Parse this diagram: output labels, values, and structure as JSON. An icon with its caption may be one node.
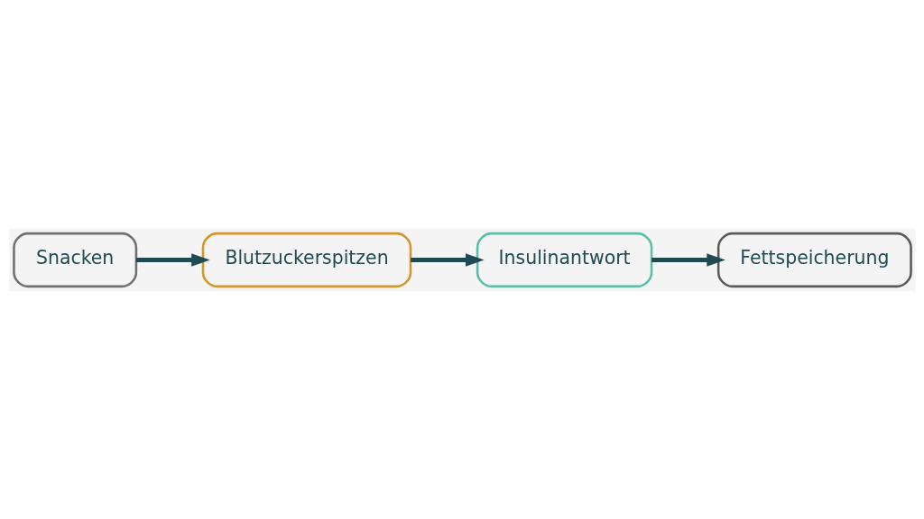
{
  "diagram": {
    "nodes": [
      {
        "text": [
          "Snacken"
        ]
      },
      {
        "text": [
          "Blutzuckerspitzen"
        ]
      },
      {
        "text": [
          "Insulinantwort"
        ]
      },
      {
        "text": [
          "Fettspeicherung"
        ]
      }
    ],
    "edges": [
      {
        "from": 0,
        "to": 1,
        "arrow": "to"
      },
      {
        "from": 1,
        "to": 2,
        "arrow": "to"
      },
      {
        "from": 2,
        "to": 3,
        "arrow": "to"
      }
    ]
  }
}
